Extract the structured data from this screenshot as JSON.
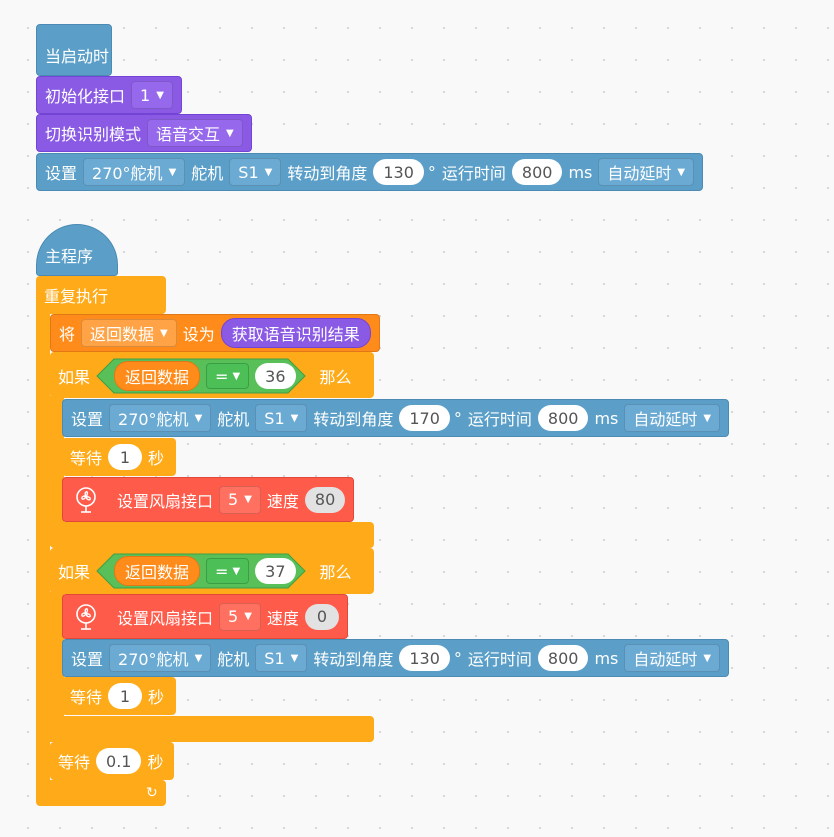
{
  "colors": {
    "control": "#ffab19",
    "motion": "#5b9fc8",
    "sensing": "#8a5ae4",
    "variables": "#ff8c1a",
    "operators": "#4cbf56",
    "fan": "#ff5b4b"
  },
  "start": {
    "hat": "当启动时",
    "init": {
      "label": "初始化接口",
      "port": "1"
    },
    "mode": {
      "label": "切换识别模式",
      "value": "语音交互"
    },
    "servo": {
      "set": "设置",
      "type": "270°舵机",
      "servo": "舵机",
      "id": "S1",
      "turn": "转动到角度",
      "angle": "130",
      "deg": "°",
      "runtime": "运行时间",
      "time": "800",
      "ms": "ms",
      "delay": "自动延时"
    }
  },
  "main": {
    "hat": "主程序",
    "forever": "重复执行",
    "setvar": {
      "prefix": "将",
      "var": "返回数据",
      "setto": "设为",
      "reporter": "获取语音识别结果"
    },
    "if1": {
      "if": "如果",
      "var": "返回数据",
      "op": "=",
      "val": "36",
      "then": "那么",
      "servo": {
        "set": "设置",
        "type": "270°舵机",
        "servo": "舵机",
        "id": "S1",
        "turn": "转动到角度",
        "angle": "170",
        "deg": "°",
        "runtime": "运行时间",
        "time": "800",
        "ms": "ms",
        "delay": "自动延时"
      },
      "wait": {
        "label": "等待",
        "value": "1",
        "unit": "秒"
      },
      "fan": {
        "label": "设置风扇接口",
        "port": "5",
        "speed": "速度",
        "value": "80"
      }
    },
    "if2": {
      "if": "如果",
      "var": "返回数据",
      "op": "=",
      "val": "37",
      "then": "那么",
      "fan": {
        "label": "设置风扇接口",
        "port": "5",
        "speed": "速度",
        "value": "0"
      },
      "servo": {
        "set": "设置",
        "type": "270°舵机",
        "servo": "舵机",
        "id": "S1",
        "turn": "转动到角度",
        "angle": "130",
        "deg": "°",
        "runtime": "运行时间",
        "time": "800",
        "ms": "ms",
        "delay": "自动延时"
      },
      "wait": {
        "label": "等待",
        "value": "1",
        "unit": "秒"
      }
    },
    "wait": {
      "label": "等待",
      "value": "0.1",
      "unit": "秒"
    },
    "loop_icon": "loop-arrow-icon"
  }
}
